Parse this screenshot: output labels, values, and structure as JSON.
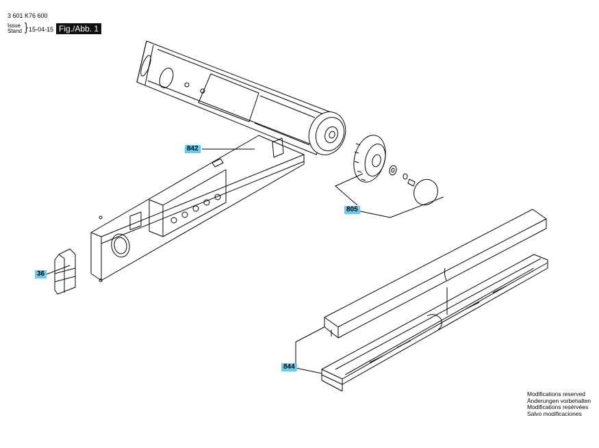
{
  "header": {
    "part_number": "3 601 K76 600",
    "issue_label": "Issue",
    "stand_label": "Stand",
    "date": "15-04-15",
    "figure_label": "Fig./Abb. 1"
  },
  "callouts": {
    "p842": "842",
    "p805": "805",
    "p36": "36",
    "p844": "844"
  },
  "footer": {
    "line1": "Modifications reserved",
    "line2": "Änderungen vorbehalten",
    "line3": "Modifications resérvées",
    "line4": "Salvo modificaciones"
  },
  "colors": {
    "callout_bg": "#66ccf2",
    "figure_bg": "#111111"
  }
}
